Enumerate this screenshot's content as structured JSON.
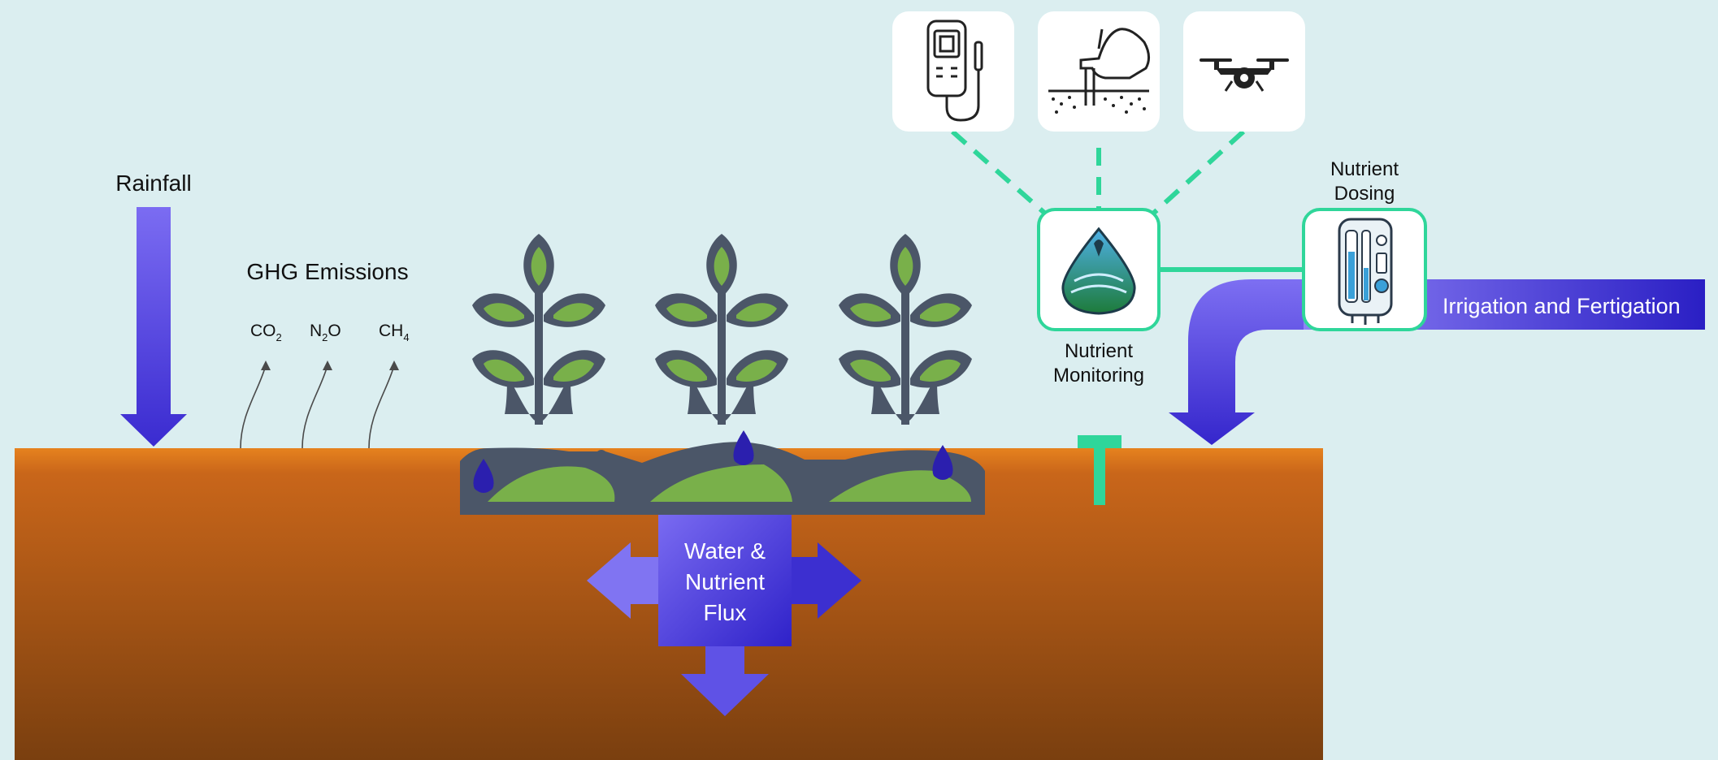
{
  "labels": {
    "rainfall": "Rainfall",
    "ghg_emissions": "GHG Emissions",
    "gases": [
      {
        "base": "CO",
        "sub": "2",
        "tail": ""
      },
      {
        "base": "N",
        "sub": "2",
        "tail": "O"
      },
      {
        "base": "CH",
        "sub": "4",
        "tail": ""
      }
    ],
    "flux": [
      "Water &",
      "Nutrient",
      "Flux"
    ],
    "monitoring": [
      "Nutrient",
      "Monitoring"
    ],
    "dosing": [
      "Nutrient",
      "Dosing"
    ],
    "irrigation": "Irrigation and Fertigation"
  },
  "colors": {
    "background": "#dbeef0",
    "soil_top": "#e6821e",
    "soil_bottom": "#7a3f0f",
    "arrow_light": "#7b6cf2",
    "arrow_dark": "#2f22c9",
    "accent_green": "#2fd69a",
    "plant_body": "#4b5668",
    "leaf_green": "#79b04a"
  },
  "icons": {
    "devices": [
      "handheld-meter-icon",
      "soil-probe-hand-icon",
      "drone-icon"
    ],
    "monitoring": "water-drop-icon",
    "dosing": "dosing-unit-icon",
    "probe": "soil-sensor-t-icon"
  }
}
